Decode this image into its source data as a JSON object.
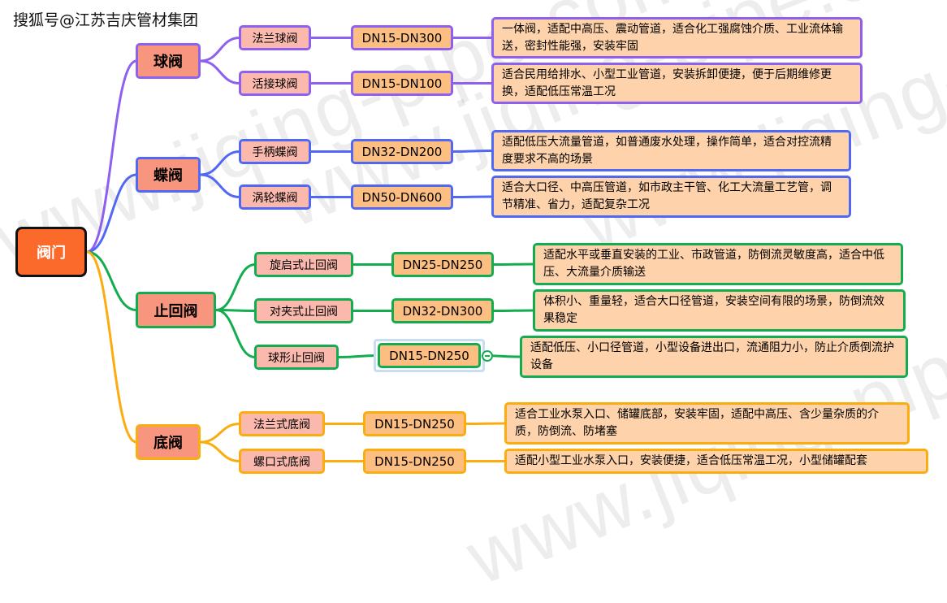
{
  "credit": "搜狐号@江苏吉庆管材集团",
  "watermark": "www.jiqing-pipe.com",
  "colors": {
    "root_fill": "#fb6a2a",
    "category_fill": "#f8957e",
    "subtype_fill": "#fbb9ad",
    "size_fill": "#fdbe82",
    "desc_fill": "#fed2aa",
    "ball_valve_branch": "#8d60f0",
    "butterfly_valve_branch": "#5168f5",
    "check_valve_branch": "#13ad50",
    "foot_valve_branch": "#fbac0f"
  },
  "root": {
    "label": "阀门"
  },
  "categories": [
    {
      "label": "球阀",
      "color": "#8d60f0",
      "children": [
        {
          "label": "法兰球阀",
          "size": "DN15-DN300",
          "desc": "一体阀，适配中高压、震动管道，适合化工强腐蚀介质、工业流体输送，密封性能强，安装牢固"
        },
        {
          "label": "活接球阀",
          "size": "DN15-DN100",
          "desc": "适合民用给排水、小型工业管道，安装拆卸便捷，便于后期维修更换，适配低压常温工况"
        }
      ]
    },
    {
      "label": "蝶阀",
      "color": "#5168f5",
      "children": [
        {
          "label": "手柄蝶阀",
          "size": "DN32-DN200",
          "desc": "适配低压大流量管道，如普通废水处理，操作简单，适合对控流精度要求不高的场景"
        },
        {
          "label": "涡轮蝶阀",
          "size": "DN50-DN600",
          "desc": "适合大口径、中高压管道，如市政主干管、化工大流量工艺管，调节精准、省力，适配复杂工况"
        }
      ]
    },
    {
      "label": "止回阀",
      "color": "#13ad50",
      "children": [
        {
          "label": "旋启式止回阀",
          "size": "DN25-DN250",
          "desc": "适配水平或垂直安装的工业、市政管道，防倒流灵敏度高，适合中低压、大流量介质输送"
        },
        {
          "label": "对夹式止回阀",
          "size": "DN32-DN300",
          "desc": "体积小、重量轻，适合大口径管道，安装空间有限的场景，防倒流效果稳定"
        },
        {
          "label": "球形止回阀",
          "size": "DN15-DN250",
          "desc": "适配低压、小口径管道，小型设备进出口，流通阻力小，防止介质倒流护设备",
          "selected": true
        }
      ]
    },
    {
      "label": "底阀",
      "color": "#fbac0f",
      "children": [
        {
          "label": "法兰式底阀",
          "size": "DN15-DN250",
          "desc": "适合工业水泵入口、储罐底部，安装牢固，适配中高压、含少量杂质的介质，防倒流、防堵塞"
        },
        {
          "label": "螺口式底阀",
          "size": "DN15-DN250",
          "desc": "适配小型工业水泵入口，安装便捷，适合低压常温工况，小型储罐配套"
        }
      ]
    }
  ]
}
